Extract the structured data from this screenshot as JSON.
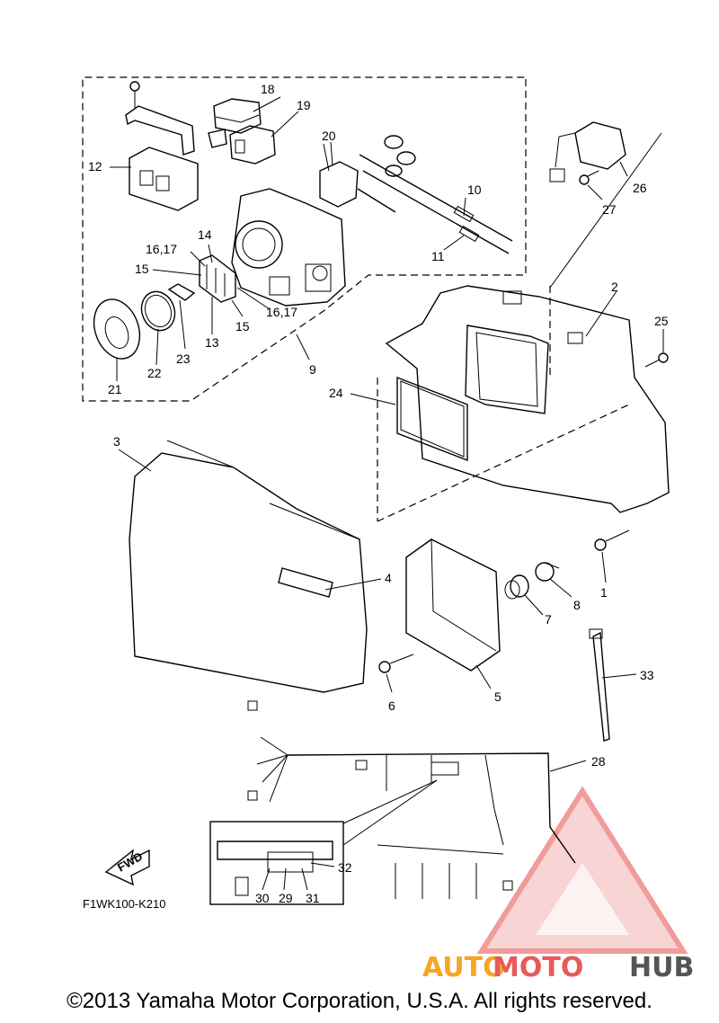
{
  "diagram": {
    "callouts": {
      "n1": "1",
      "n2": "2",
      "n3": "3",
      "n4": "4",
      "n5": "5",
      "n6": "6",
      "n7": "7",
      "n8": "8",
      "n9": "9",
      "n10": "10",
      "n11": "11",
      "n12": "12",
      "n13": "13",
      "n14": "14",
      "n15a": "15",
      "n15b": "15",
      "n1617a": "16,17",
      "n1617b": "16,17",
      "n18": "18",
      "n19": "19",
      "n20": "20",
      "n21": "21",
      "n22": "22",
      "n23": "23",
      "n24": "24",
      "n25": "25",
      "n26": "26",
      "n27": "27",
      "n28": "28",
      "n29": "29",
      "n30": "30",
      "n31": "31",
      "n32": "32",
      "n33": "33"
    },
    "fwd_label": "FWD",
    "figure_code": "F1WK100-K210"
  },
  "watermark": {
    "part1": "AUTO",
    "part2": "MOTO",
    "part3": "HUB",
    "colors": {
      "auto": "#f5a623",
      "moto": "#e85a5a",
      "hub": "#555555",
      "triangle": "#e85a5a"
    }
  },
  "copyright": "©2013 Yamaha Motor Corporation, U.S.A. All rights reserved."
}
